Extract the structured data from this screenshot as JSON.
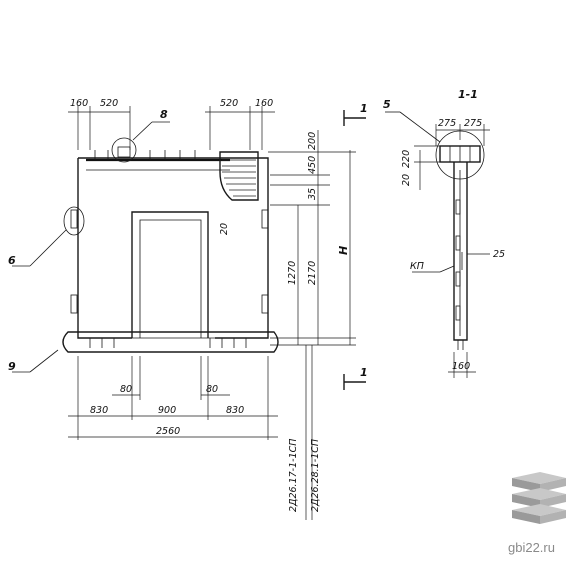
{
  "dims": {
    "top_left_a": "160",
    "top_left_b": "520",
    "top_right_a": "520",
    "top_right_b": "160",
    "bottom_left": "830",
    "bottom_mid": "900",
    "bottom_right": "830",
    "overall": "2560",
    "gap_left": "80",
    "gap_right": "80",
    "inner_20": "20",
    "v_200": "200",
    "v_450": "450",
    "v_35": "35",
    "v_1270": "1270",
    "v_2170": "2170",
    "v_H": "H"
  },
  "callouts": {
    "c8": "8",
    "c6": "6",
    "c9": "9",
    "c5": "5",
    "c1": "1",
    "c25": "25",
    "kp": "КП"
  },
  "section": {
    "title": "1-1",
    "top_a": "275",
    "top_b": "275",
    "left_a": "20",
    "left_b": "220",
    "bottom": "160"
  },
  "marks": {
    "mark1": "2Д26.17-1-1СП",
    "mark2": "2Д26.28.1-1СП"
  },
  "watermark": {
    "site": "gbi22.ru"
  }
}
